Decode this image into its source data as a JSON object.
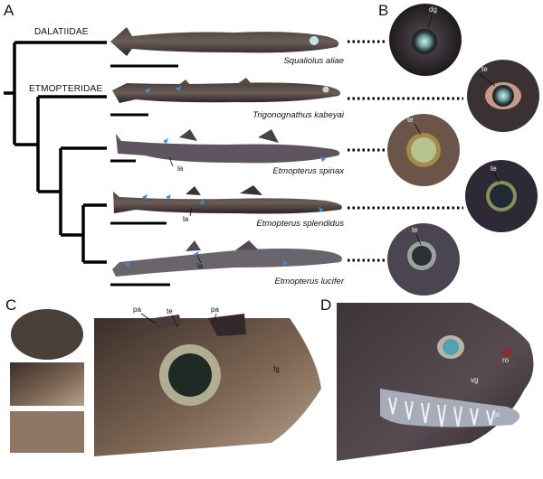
{
  "panels": {
    "a": "A",
    "b": "B",
    "c": "C",
    "d": "D"
  },
  "families": {
    "dalatiidae": "DALATIIDAE",
    "etmopteridae": "ETMOPTERIDAE"
  },
  "species": [
    "Squaliolus aliae",
    "Trigonognathus kabeyai",
    "Etmopterus spinax",
    "Etmopterus splendidus",
    "Etmopterus lucifer"
  ],
  "labels": {
    "dg": "dg",
    "te": "te",
    "la": "la",
    "pa": "pa",
    "fg": "fg",
    "ro": "ro",
    "vg": "vg",
    "ja": "ja"
  },
  "colors": {
    "tree": "#000000",
    "photo_dark": "#2a2526",
    "photo_mid": "#6a5b52",
    "mark_blue": "#3b8fd6"
  }
}
